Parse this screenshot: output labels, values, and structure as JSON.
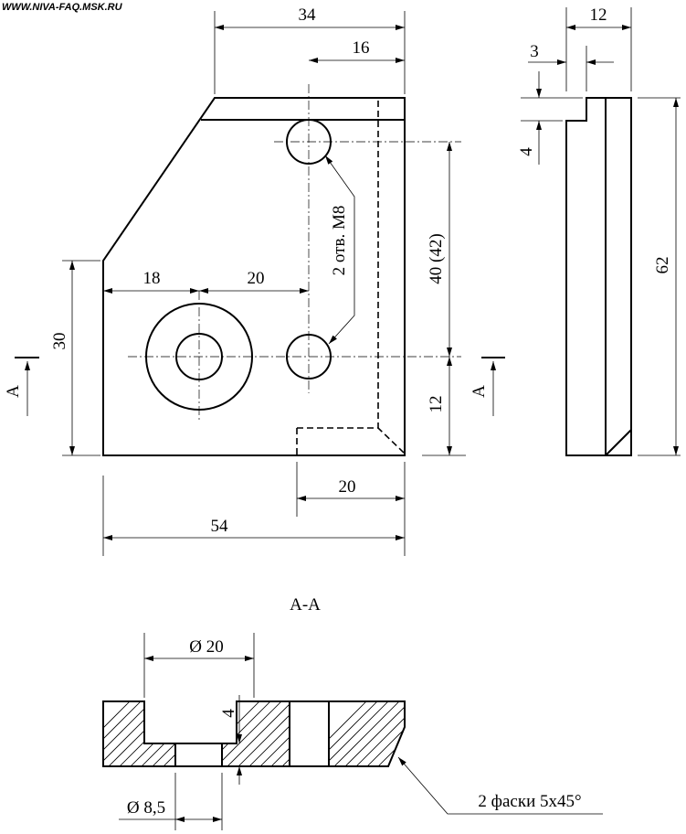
{
  "watermark": "WWW.NIVA-FAQ.MSK.RU",
  "front_view": {
    "dims": {
      "overall_width_top": "34",
      "hole_offset_top": "16",
      "hole_spacing_vertical": "40 (42)",
      "hole_from_bottom": "12",
      "left_height": "30",
      "bore_from_left": "18",
      "bore_to_hole": "20",
      "recess_width": "20",
      "overall_width": "54"
    },
    "hole_callout": "2 отв. М8",
    "section_marker": "A"
  },
  "side_view": {
    "dims": {
      "thickness": "12",
      "step_depth": "3",
      "step_height": "4",
      "height": "62"
    }
  },
  "section_view": {
    "title": "A-A",
    "dims": {
      "counterbore_diameter": "Ø 20",
      "counterbore_depth": "4",
      "through_hole_diameter": "Ø 8,5"
    },
    "chamfer_note": "2 фаски 5х45°"
  }
}
